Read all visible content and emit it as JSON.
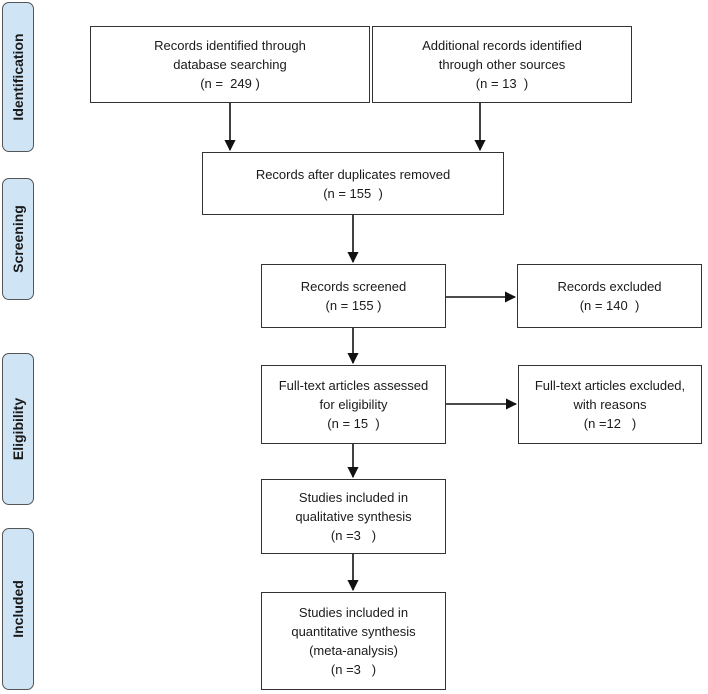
{
  "phases": {
    "identification": "Identification",
    "screening": "Screening",
    "eligibility": "Eligibility",
    "included": "Included"
  },
  "boxes": {
    "db_search": {
      "line1": "Records identified through",
      "line2": "database searching",
      "line3": "(n =  249 )"
    },
    "other_sources": {
      "line1": "Additional records identified",
      "line2": "through other sources",
      "line3": "(n = 13  )"
    },
    "after_duplicates": {
      "line1": "Records after duplicates removed",
      "line2": "(n = 155  )"
    },
    "screened": {
      "line1": "Records screened",
      "line2": "(n = 155 )"
    },
    "excluded": {
      "line1": "Records excluded",
      "line2": "(n = 140  )"
    },
    "fulltext_assessed": {
      "line1": "Full-text articles assessed",
      "line2": "for eligibility",
      "line3": "(n = 15  )"
    },
    "fulltext_excluded": {
      "line1": "Full-text articles excluded,",
      "line2": "with reasons",
      "line3": "(n =12   )"
    },
    "qualitative": {
      "line1": "Studies included in",
      "line2": "qualitative synthesis",
      "line3": "(n =3   )"
    },
    "quantitative": {
      "line1": "Studies included in",
      "line2": "quantitative synthesis",
      "line3": "(meta-analysis)",
      "line4": "(n =3   )"
    }
  }
}
